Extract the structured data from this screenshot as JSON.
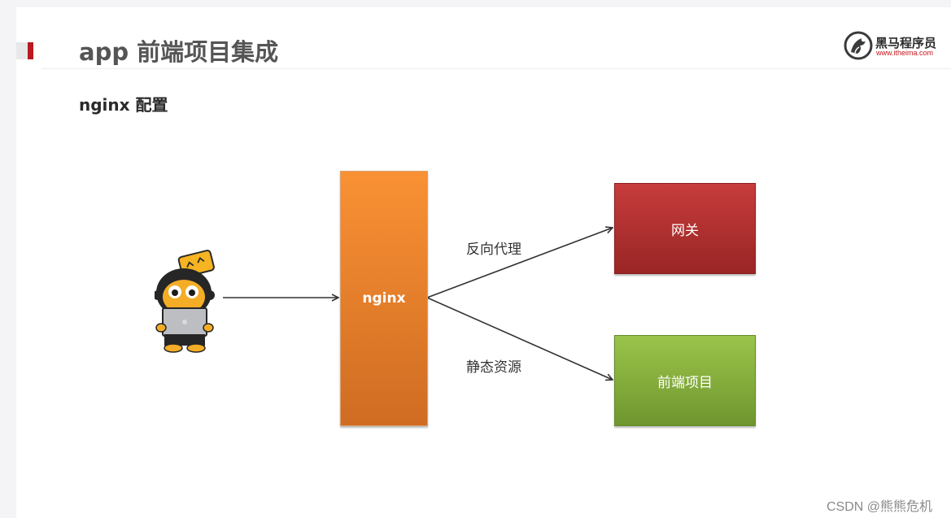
{
  "slide": {
    "title": "app 前端项目集成",
    "subtitle": "nginx 配置"
  },
  "logo": {
    "name": "黑马程序员",
    "url": "www.itheima.com",
    "icon": "itheima-horse-logo-icon"
  },
  "diagram": {
    "nodes": {
      "nginx": "nginx",
      "gateway": "网关",
      "frontend": "前端项目"
    },
    "edges": {
      "proxy": "反向代理",
      "static": "静态资源"
    },
    "client_icon": "monkey-mascot-with-laptop-icon",
    "colors": {
      "nginx": "#e87d2c",
      "gateway": "#b23131",
      "frontend": "#85ad3c",
      "title_accent": "#b9191f"
    }
  },
  "watermark": "CSDN @熊熊危机"
}
